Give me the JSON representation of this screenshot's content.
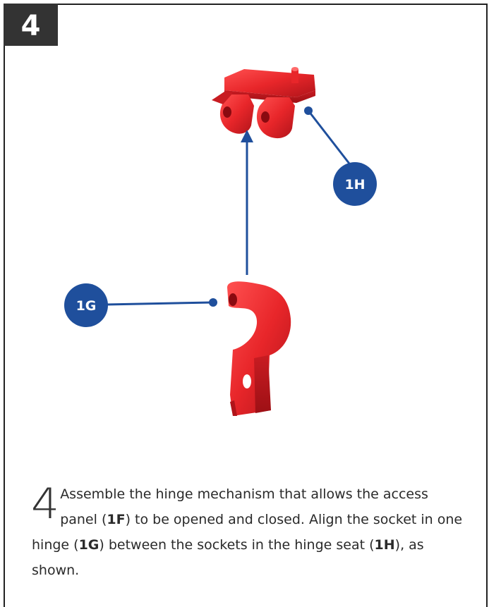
{
  "step": {
    "number": "4"
  },
  "callouts": {
    "hinge_seat": "1H",
    "hinge": "1G"
  },
  "colors": {
    "callout_fill": "#1f4f9c",
    "part_red": "#e8262a",
    "header_bg": "#333333"
  },
  "instructions": {
    "drop_number": "4",
    "seg1": "Assemble the hinge mechanism that allows the access panel (",
    "ref1": "1F",
    "seg2": ") to be opened and closed. Align the socket in one hinge (",
    "ref2": "1G",
    "seg3": ") between the sockets in the hinge seat (",
    "ref3": "1H",
    "seg4": "), as shown."
  }
}
